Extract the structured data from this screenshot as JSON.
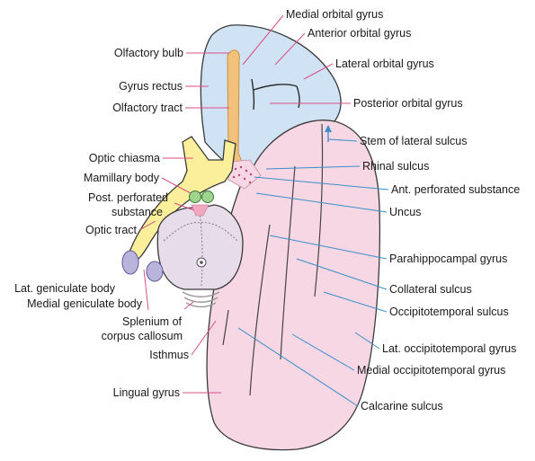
{
  "colors": {
    "frontal_fill": "#cfe3f4",
    "temporal_fill": "#f7d7e4",
    "olfactory_fill": "#f2c27d",
    "optic_fill": "#fbef9b",
    "midbrain_fill": "#e7ddea",
    "geniculate_fill": "#b9b4dc",
    "mamillary_fill": "#9ed48e",
    "leader_left": "#d84f86",
    "leader_right_pink": "#d84f86",
    "leader_right_blue": "#3a8fc8"
  },
  "labels_left": {
    "olfactory_bulb": "Olfactory bulb",
    "gyrus_rectus": "Gyrus rectus",
    "olfactory_tract": "Olfactory  tract",
    "optic_chiasma": "Optic chiasma",
    "mamillary_body": "Mamillary body",
    "post_perforated_1": "Post. perforated",
    "post_perforated_2": "substance",
    "optic_tract": "Optic tract",
    "lat_geniculate": "Lat. geniculate body",
    "medial_geniculate": "Medial geniculate body",
    "splenium_1": "Splenium of",
    "splenium_2": "corpus callosum",
    "isthmus": "Isthmus",
    "lingual_gyrus": "Lingual gyrus"
  },
  "labels_right": {
    "medial_orbital": "Medial orbital gyrus",
    "anterior_orbital": "Anterior orbital gyrus",
    "lateral_orbital": "Lateral orbital gyrus",
    "posterior_orbital": "Posterior orbital gyrus",
    "stem_lateral_sulcus": "Stem of lateral sulcus",
    "rhinal_sulcus": "Rhinal sulcus",
    "ant_perforated": "Ant. perforated substance",
    "uncus": "Uncus",
    "parahippocampal": "Parahippocampal gyrus",
    "collateral_sulcus": "Collateral sulcus",
    "occipitotemporal_sulcus": "Occipitotemporal sulcus",
    "lat_occipitotemporal": "Lat. occipitotemporal gyrus",
    "medial_occipitotemporal": "Medial occipitotemporal gyrus",
    "calcarine_sulcus": "Calcarine sulcus"
  }
}
